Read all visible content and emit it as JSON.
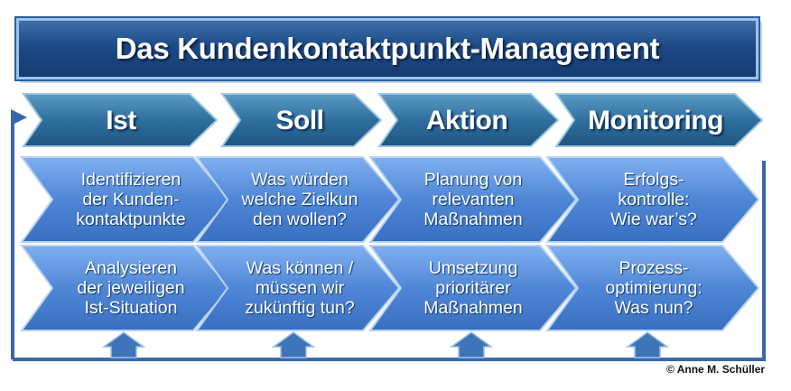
{
  "title": "Das Kundenkontaktpunkt-Management",
  "phases": [
    {
      "header": "Ist",
      "steps": [
        "Identifizieren\nder Kunden-\nkontaktpunkte",
        "Analysieren\nder jeweiligen\nIst-Situation"
      ]
    },
    {
      "header": "Soll",
      "steps": [
        "Was würden\nwelche Zielkun\nden wollen?",
        "Was können /\nmüssen wir\nzukünftig tun?"
      ]
    },
    {
      "header": "Aktion",
      "steps": [
        "Planung  von\nrelevanten\nMaßnahmen",
        "Umsetzung\nprioritärer\nMaßnahmen"
      ]
    },
    {
      "header": "Monitoring",
      "steps": [
        "Erfolgs-\nkontrolle:\nWie war’s?",
        "Prozess-\noptimierung:\nWas nun?"
      ]
    }
  ],
  "copyright": "© Anne M. Schüller",
  "colors": {
    "header_chevron": "#2f6f9e",
    "step_chevron": "#4f86d6",
    "title_fill": "#1d4a86",
    "loop_line": "#3a67a8"
  }
}
